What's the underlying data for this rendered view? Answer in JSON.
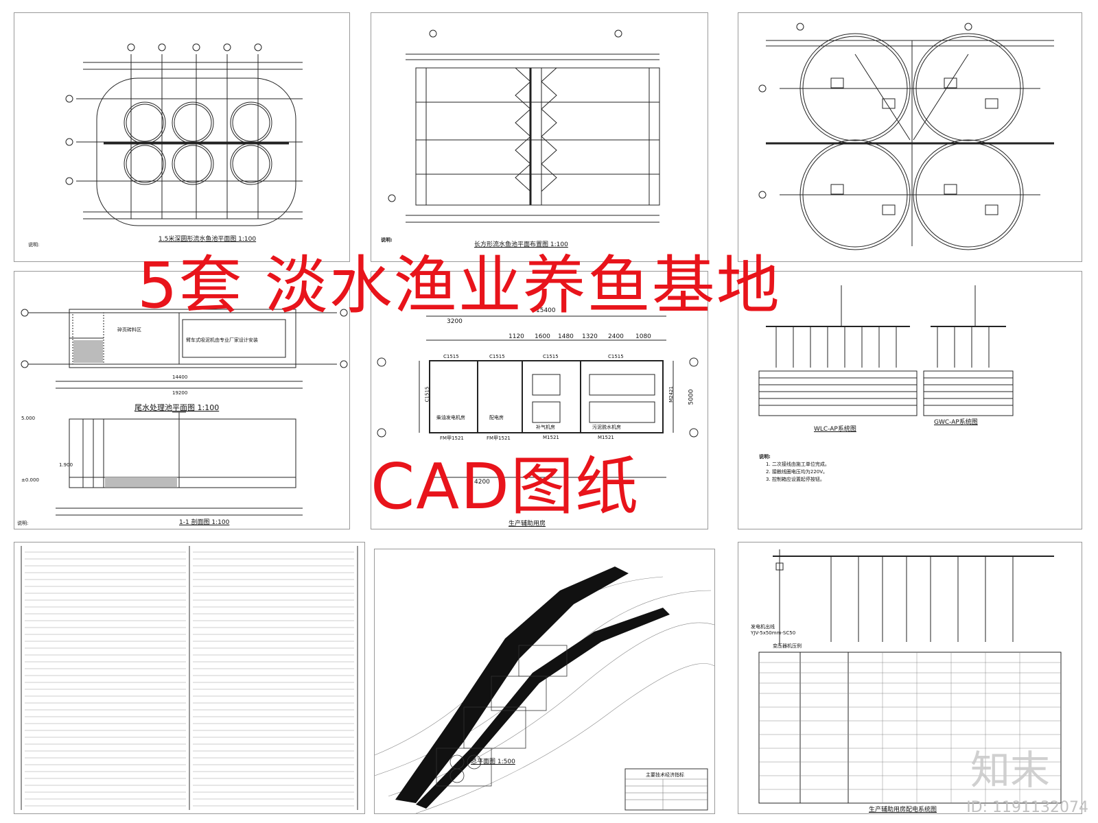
{
  "headline": {
    "line1": "5套 淡水渔业养鱼基地",
    "line2": "CAD图纸",
    "color": "#e8141b"
  },
  "panels": {
    "p1": {
      "title": "1.5米深圆形流水鱼池平面图 1:100",
      "note_label": "说明:"
    },
    "p2": {
      "title": "长方形流水鱼池平面布置图 1:100",
      "note_label": "说明:"
    },
    "p3": {
      "title": ""
    },
    "p4": {
      "title": "尾水处理池平面图 1:100",
      "section_title": "1-1 剖面图 1:100",
      "note_label": "说明:",
      "dim_total": "19200",
      "dim_inner": "14400",
      "area_label": "碎页砖料区",
      "equip_label": "臂车式吸泥机由专业厂家设计安装",
      "level_top": "5.000",
      "level_mid": "1.900",
      "level_zero": "±0.000"
    },
    "p5": {
      "title": "生产辅助用房",
      "dims": [
        "15400",
        "3200",
        "1120",
        "1600",
        "1480",
        "1320",
        "2400",
        "1080",
        "5000",
        "4200"
      ],
      "windows": [
        "C1515",
        "C1515",
        "C1515",
        "C1515"
      ],
      "doors": [
        "FM甲1521",
        "FM甲1521",
        "M1521",
        "M1521"
      ],
      "side_labels": [
        "C1515",
        "M2421"
      ],
      "rooms": [
        "柴油发电机房",
        "配电房",
        "补气机房",
        "污泥脱水机房"
      ]
    },
    "p6": {
      "diagram1": "WLC-AP系统图",
      "diagram2": "GWC-AP系统图",
      "note_label": "说明:",
      "notes": [
        "1. 二次接线由施工单位完成。",
        "2. 接触线圈电压均为220V。",
        "3. 控制箱应设置起停按钮。"
      ]
    },
    "p7": {
      "title": ""
    },
    "p8": {
      "title": "总平面图 1:500",
      "table_title": "主要技术经济指标"
    },
    "p9": {
      "title": "生产辅助用房配电系统图",
      "gen_line1": "发电机出线",
      "gen_line2": "YJV-5x50mm-SC50",
      "transformer": "变压器机压例"
    }
  },
  "watermark": {
    "logo": "知末",
    "id": "ID: 1191132074"
  }
}
